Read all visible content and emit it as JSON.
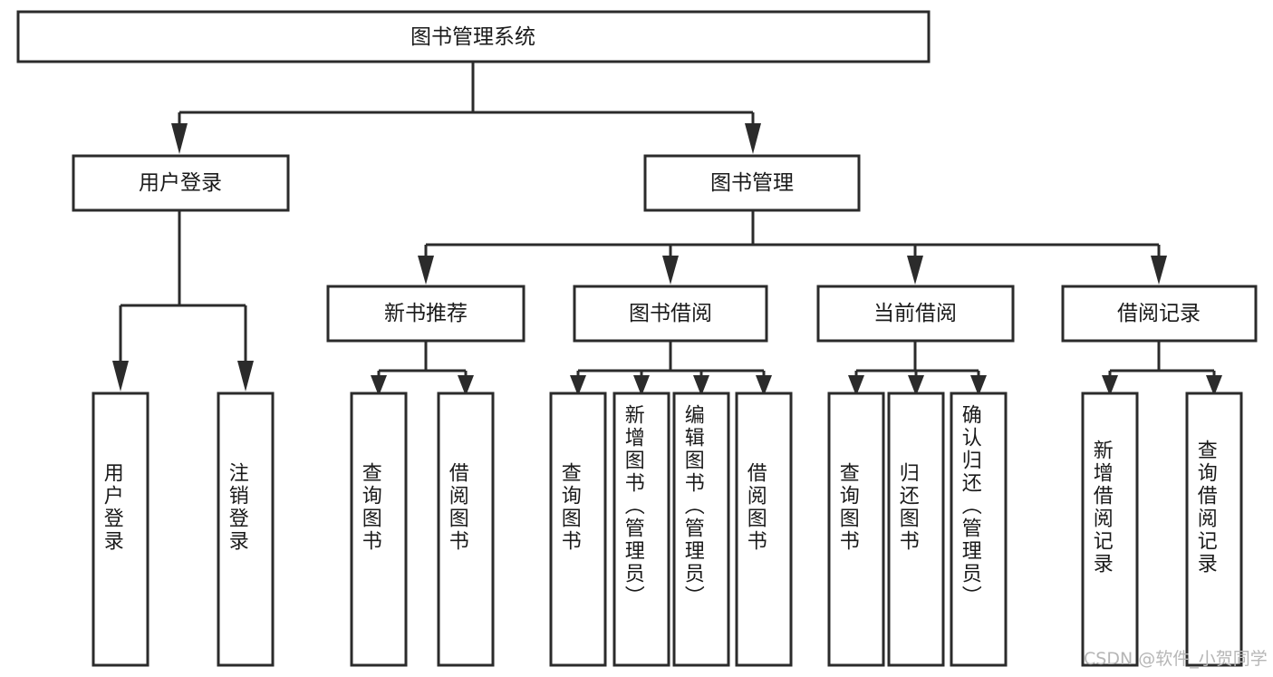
{
  "diagram": {
    "title_node": {
      "label": "图书管理系统"
    },
    "level2": [
      {
        "id": "user-login",
        "label": "用户登录"
      },
      {
        "id": "book-management",
        "label": "图书管理"
      }
    ],
    "level3": [
      {
        "id": "new-book-recommend",
        "label": "新书推荐"
      },
      {
        "id": "book-borrow",
        "label": "图书借阅"
      },
      {
        "id": "current-borrow",
        "label": "当前借阅"
      },
      {
        "id": "borrow-record",
        "label": "借阅记录"
      }
    ],
    "leaves": [
      {
        "id": "leaf-user-login",
        "label": "用户登录",
        "parent": "user-login"
      },
      {
        "id": "leaf-logout",
        "label": "注销登录",
        "parent": "user-login"
      },
      {
        "id": "leaf-query-book-1",
        "label": "查询图书",
        "parent": "new-book-recommend"
      },
      {
        "id": "leaf-borrow-book-1",
        "label": "借阅图书",
        "parent": "new-book-recommend"
      },
      {
        "id": "leaf-query-book-2",
        "label": "查询图书",
        "parent": "book-borrow"
      },
      {
        "id": "leaf-add-book",
        "label": "新增图书（管理员）",
        "parent": "book-borrow"
      },
      {
        "id": "leaf-edit-book",
        "label": "编辑图书（管理员）",
        "parent": "book-borrow"
      },
      {
        "id": "leaf-borrow-book-2",
        "label": "借阅图书",
        "parent": "book-borrow"
      },
      {
        "id": "leaf-query-book-3",
        "label": "查询图书",
        "parent": "current-borrow"
      },
      {
        "id": "leaf-return-book",
        "label": "归还图书",
        "parent": "current-borrow"
      },
      {
        "id": "leaf-confirm-return",
        "label": "确认归还（管理员）",
        "parent": "current-borrow"
      },
      {
        "id": "leaf-add-record",
        "label": "新增借阅记录",
        "parent": "borrow-record"
      },
      {
        "id": "leaf-query-record",
        "label": "查询借阅记录",
        "parent": "borrow-record"
      }
    ]
  },
  "watermark": {
    "text": "CSDN @软件_小贺同学"
  },
  "colors": {
    "stroke": "#2b2b2b",
    "fill": "#ffffff",
    "text": "#1a1a1a",
    "watermark": "#b6b6b6"
  }
}
